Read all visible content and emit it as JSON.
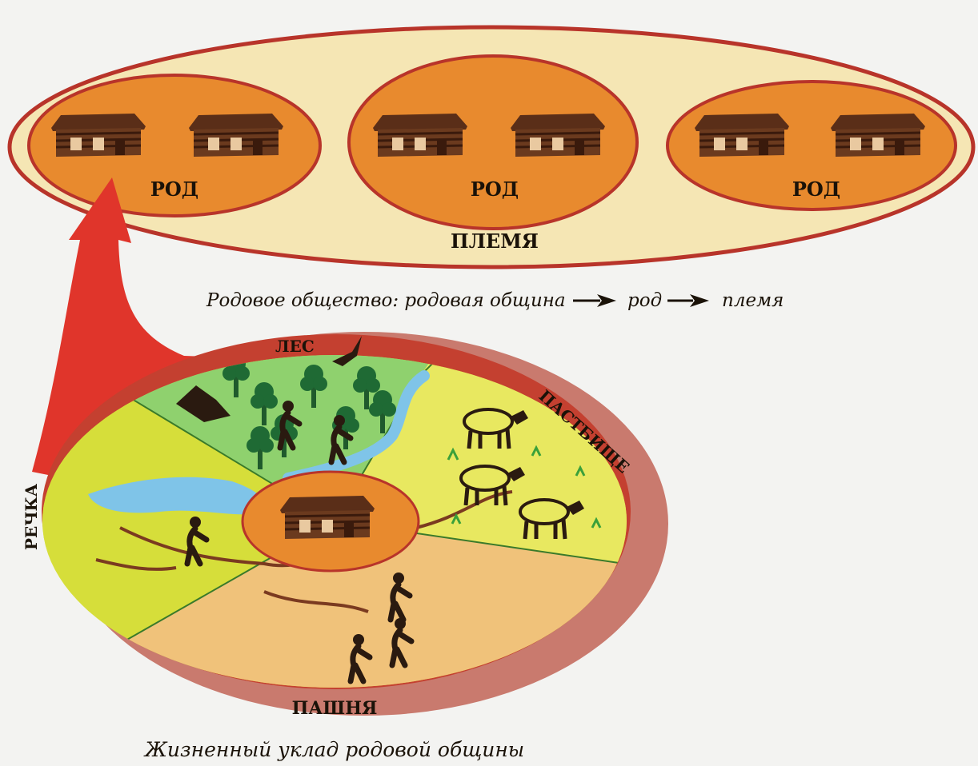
{
  "top": {
    "clans": [
      {
        "label": "РОД"
      },
      {
        "label": "РОД"
      },
      {
        "label": "РОД"
      }
    ],
    "tribe_label": "ПЛЕМЯ",
    "caption": {
      "part1": "Родовое общество: родовая община",
      "part2": "род",
      "part3": "племя"
    }
  },
  "bottom": {
    "zones": {
      "forest": "ЛЕС",
      "pasture": "ПАСТБИЩЕ",
      "river": "РЕЧКА",
      "field": "ПАШНЯ"
    },
    "caption": "Жизненный уклад родовой общины"
  },
  "colors": {
    "tribe_fill": "#f5e6b4",
    "tribe_stroke": "#b8342a",
    "clan_fill": "#e88a2e",
    "clan_stroke": "#b8342a",
    "hut": "#5a2e18",
    "forest": "#8fd16e",
    "pasture": "#e8e860",
    "river_zone": "#d6de3a",
    "field": "#f0c27a",
    "river": "#7fc4e8",
    "arrow": "#e0352b",
    "rim": "#c97a6e"
  }
}
